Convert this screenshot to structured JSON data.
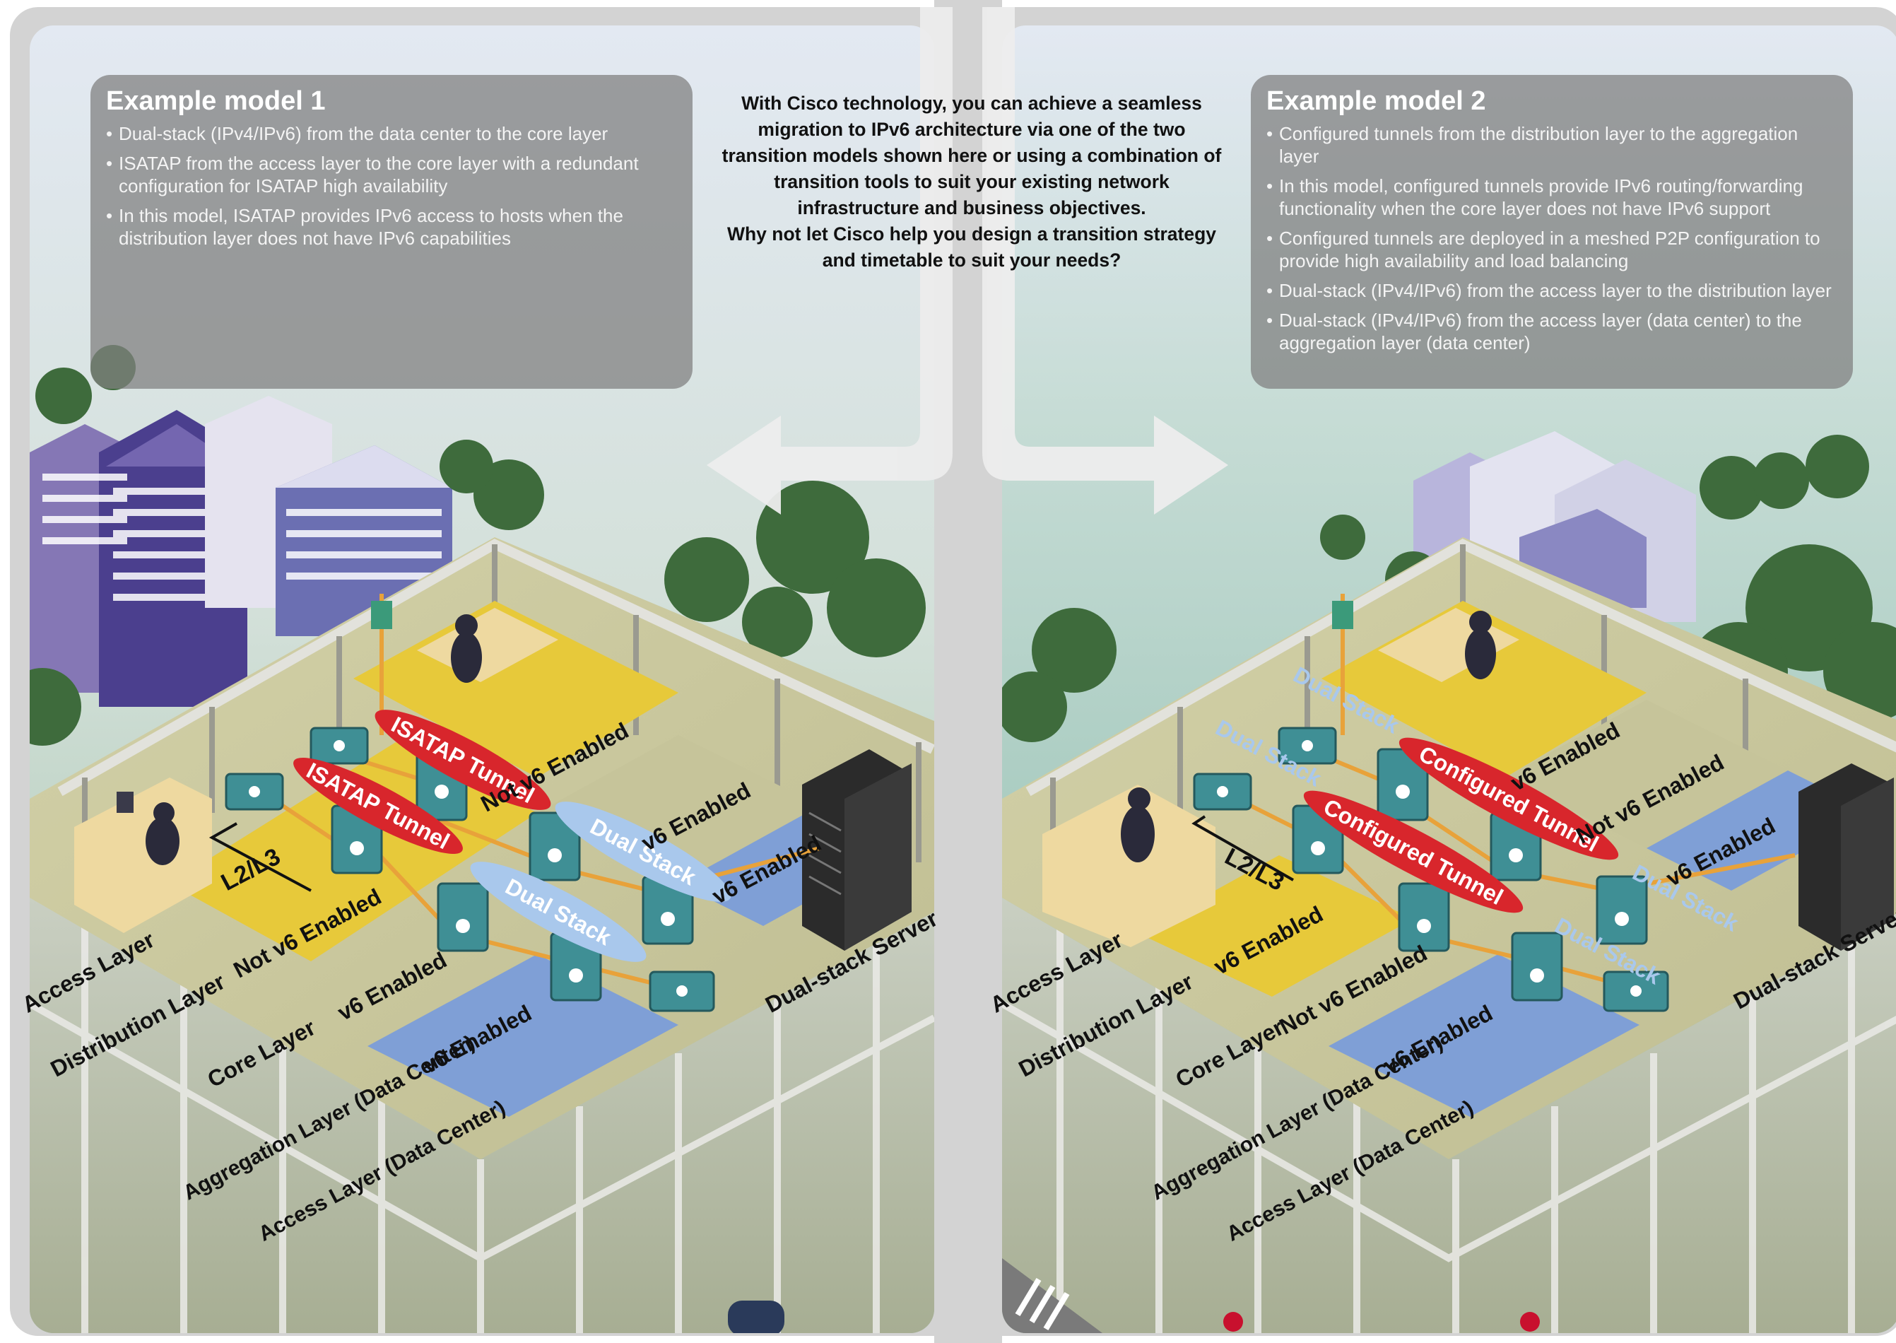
{
  "intro": {
    "line1": "With Cisco technology, you can achieve a seamless migration to IPv6 architecture via one of the two transition models shown here or using a combination of transition tools to suit your existing network infrastructure and business objectives.",
    "line2": "Why not let Cisco help you design a transition strategy and timetable to suit your needs?"
  },
  "models": [
    {
      "title": "Example model 1",
      "bullets": [
        "Dual-stack (IPv4/IPv6) from the data center to the core layer",
        "ISATAP from the access layer to the core layer with a redundant configuration for ISATAP high availability",
        "In this model, ISATAP provides IPv6 access to hosts when the distribution layer does not have IPv6 capabilities"
      ],
      "tunnels": [
        "ISATAP Tunnel",
        "ISATAP Tunnel"
      ],
      "stacks": [
        "Dual Stack",
        "Dual Stack"
      ],
      "zones": [
        "Not v6 Enabled",
        "v6 Enabled",
        "v6 Enabled",
        "Not v6 Enabled",
        "v6 Enabled",
        "v6 Enabled"
      ],
      "switch_label": "L2/L3",
      "server_label": "Dual-stack Server",
      "layers": [
        "Access Layer",
        "Distribution Layer",
        "Core Layer",
        "Aggregation Layer (Data Center)",
        "Access Layer (Data Center)"
      ]
    },
    {
      "title": "Example model 2",
      "bullets": [
        "Configured tunnels from the distribution layer to the aggregation layer",
        "In this model, configured tunnels provide IPv6 routing/forwarding functionality when the core layer does not have IPv6 support",
        "Configured tunnels are deployed in a meshed P2P configuration to provide high availability and load balancing",
        "Dual-stack (IPv4/IPv6) from the access layer to the distribution layer",
        "Dual-stack (IPv4/IPv6) from the access layer (data center) to the aggregation layer (data center)"
      ],
      "tunnels": [
        "Configured Tunnel",
        "Configured Tunnel"
      ],
      "stacks": [
        "Dual Stack",
        "Dual Stack",
        "Dual Stack",
        "Dual Stack"
      ],
      "zones": [
        "v6 Enabled",
        "Not v6 Enabled",
        "v6 Enabled",
        "v6 Enabled",
        "Not v6 Enabled",
        "v6 Enabled"
      ],
      "switch_label": "L2/L3",
      "server_label": "Dual-stack Server",
      "layers": [
        "Access Layer",
        "Distribution Layer",
        "Core Layer",
        "Aggregation Layer (Data Center)",
        "Access Layer (Data Center)"
      ]
    }
  ],
  "colors": {
    "frame": "#d3d3d3",
    "panel_box": "#808080",
    "yellow_zone": "#e7c93a",
    "blue_zone": "#7f9fd6",
    "gray_zone": "#c6c49a",
    "tunnel_red": "#d8262c",
    "stack_blue": "#a9c8ec",
    "switch_teal": "#3f8f95",
    "link_orange": "#e8a23a"
  }
}
